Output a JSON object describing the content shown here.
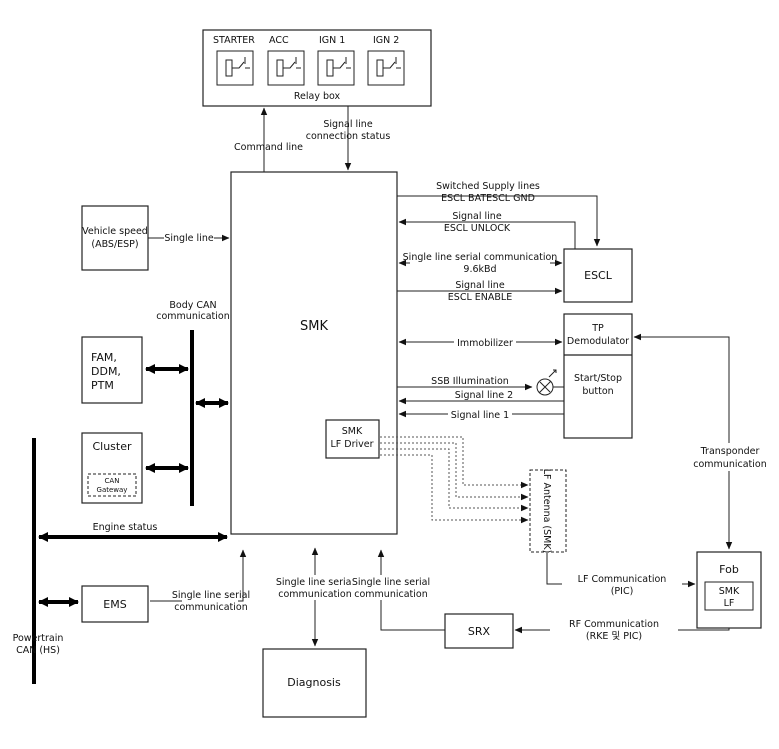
{
  "relay_box": {
    "title": "Relay box",
    "relays": [
      "STARTER",
      "ACC",
      "IGN 1",
      "IGN 2"
    ]
  },
  "blocks": {
    "smk": "SMK",
    "vehicle_speed": [
      "Vehicle speed",
      "(ABS/ESP)"
    ],
    "fam": [
      "FAM,",
      "DDM,",
      "PTM"
    ],
    "cluster": "Cluster",
    "can_gateway": [
      "CAN",
      "Gateway"
    ],
    "escl": "ESCL",
    "tp_demodulator": [
      "TP",
      "Demodulator"
    ],
    "start_stop": [
      "Start/Stop",
      "button"
    ],
    "smk_lf_driver": [
      "SMK",
      "LF Driver"
    ],
    "lf_antenna": "LF Antenna (SMK)",
    "fob": "Fob",
    "smk_lf": [
      "SMK",
      "LF"
    ],
    "ems": "EMS",
    "srx": "SRX",
    "diagnosis": "Diagnosis"
  },
  "labels": {
    "command_line": "Command line",
    "signal_connection": [
      "Signal line",
      "connection status"
    ],
    "single_line": "Single line",
    "body_can": [
      "Body CAN",
      "communication"
    ],
    "switched_supply": [
      "Switched Supply lines",
      "ESCL BATESCL GND"
    ],
    "signal_unlock": [
      "Signal line",
      "ESCL UNLOCK"
    ],
    "serial_96": [
      "Single line serial communication",
      "9.6kBd"
    ],
    "signal_enable": [
      "Signal line",
      "ESCL ENABLE"
    ],
    "immobilizer": "Immobilizer",
    "ssb_illumination": "SSB Illumination",
    "signal_line_2": "Signal line 2",
    "signal_line_1": "Signal line 1",
    "transponder": [
      "Transponder",
      "communication"
    ],
    "engine_status": "Engine status",
    "lf_comm": [
      "LF Communication",
      "(PIC)"
    ],
    "rf_comm": [
      "RF Communication",
      "(RKE 및 PIC)"
    ],
    "ems_serial": [
      "Single line serial",
      "communication"
    ],
    "diag_serial": [
      "Single line serial",
      "communication"
    ],
    "srx_serial": [
      "Single line serial",
      "communication"
    ],
    "powertrain": [
      "Powertrain",
      "CAN (HS)"
    ]
  }
}
